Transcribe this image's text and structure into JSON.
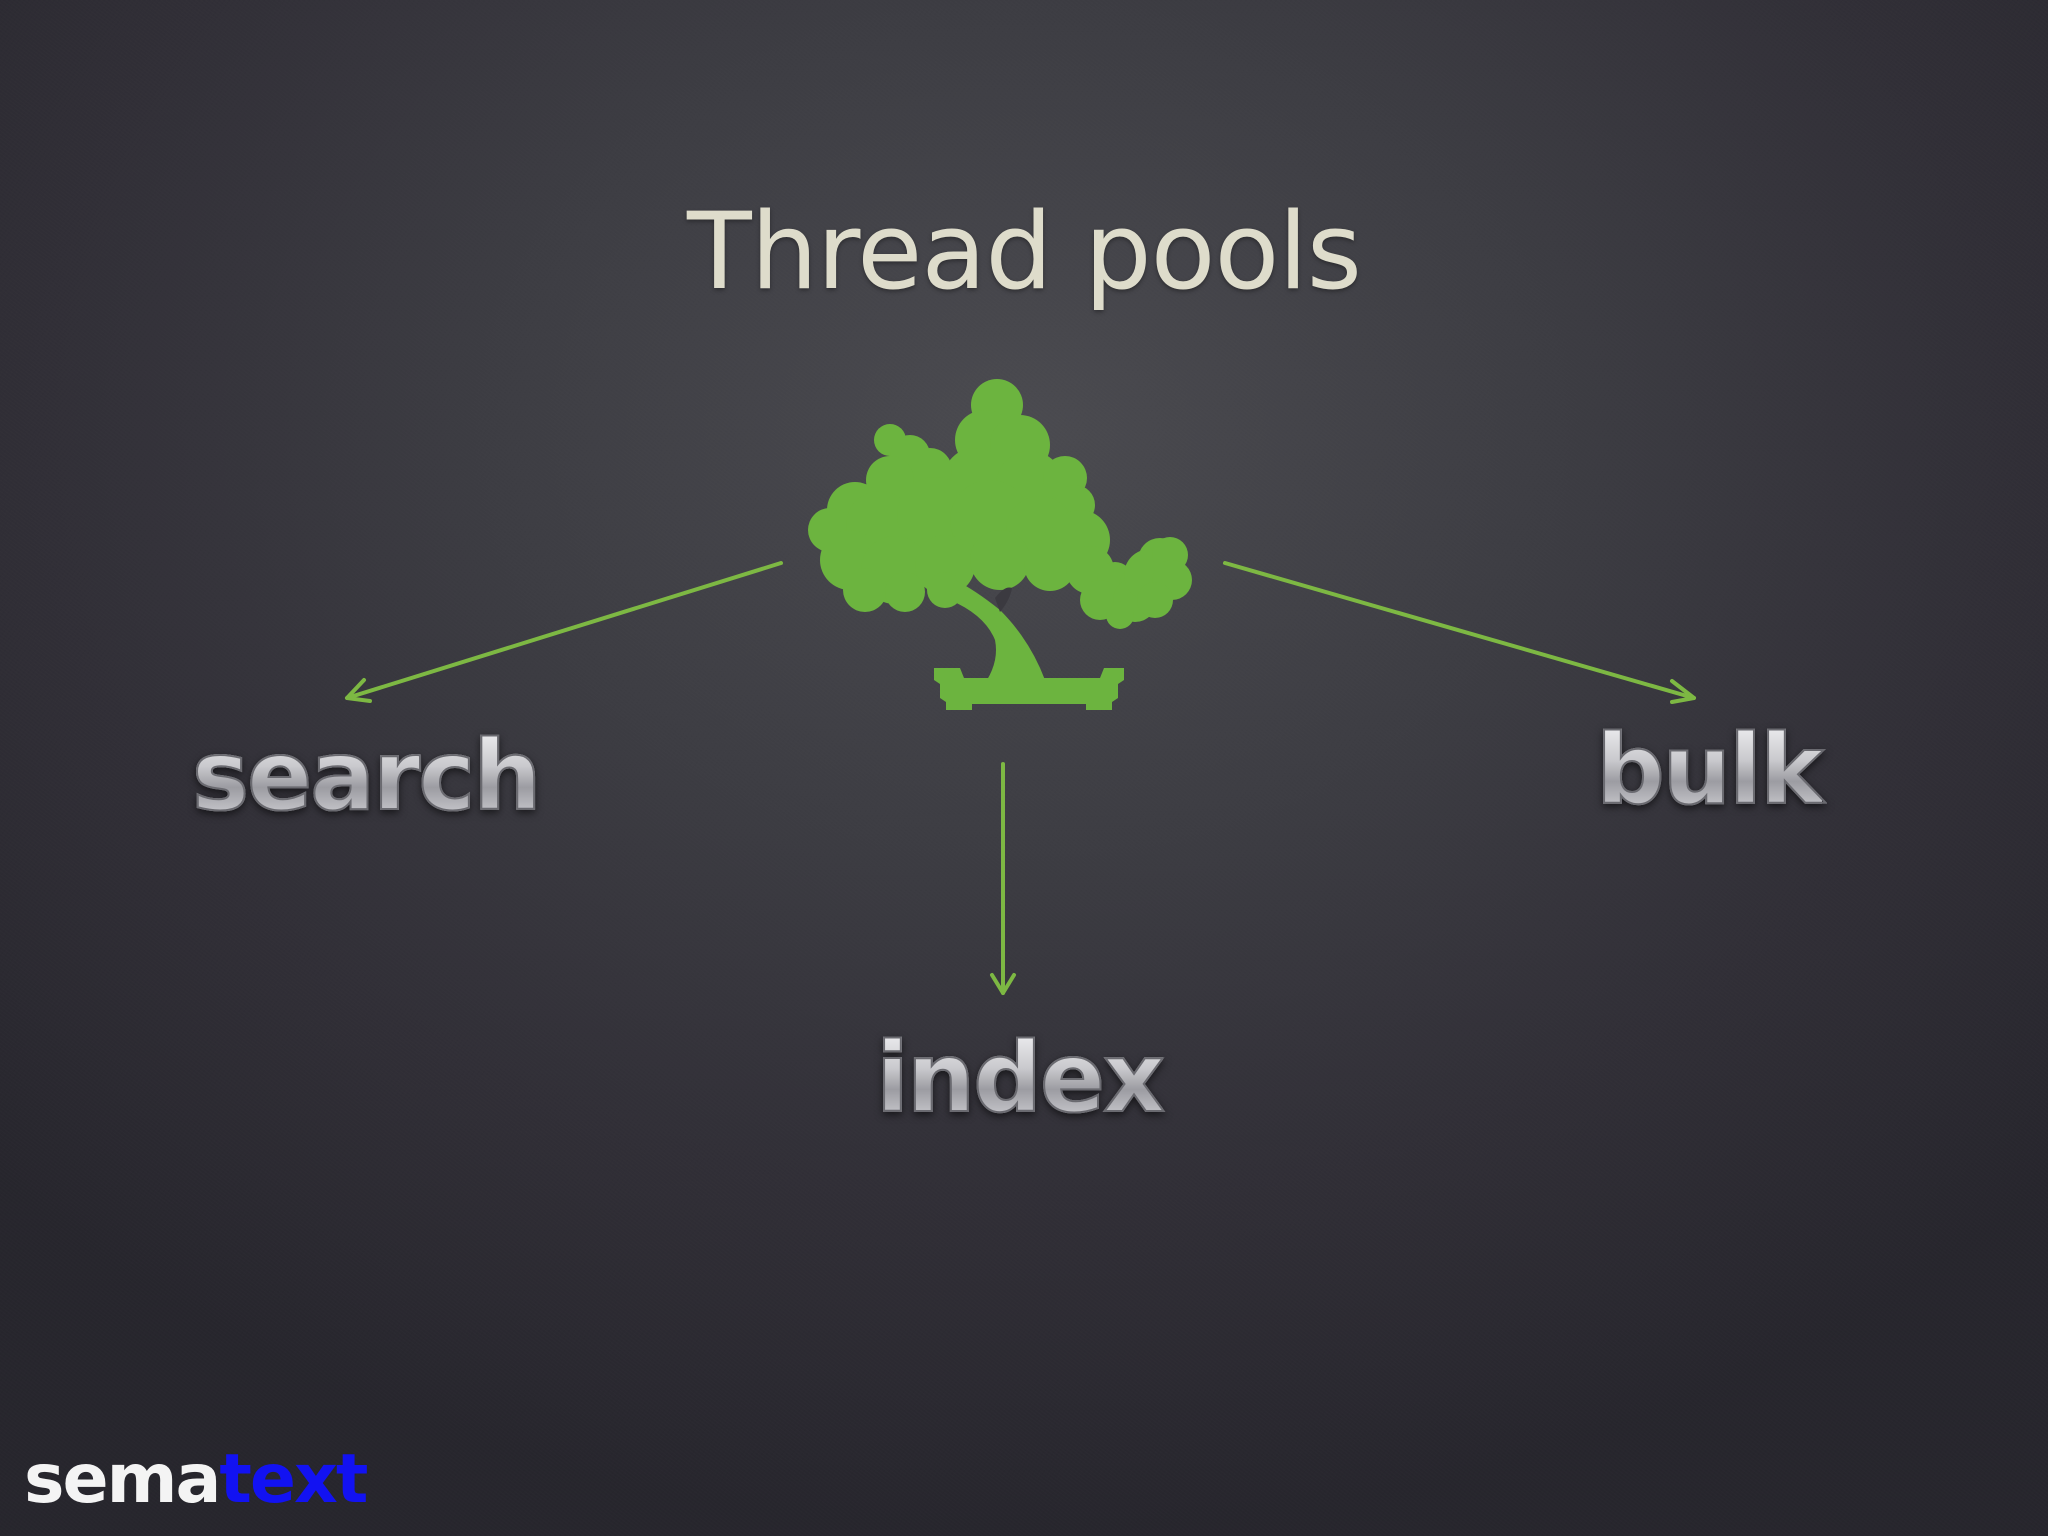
{
  "slide": {
    "title": "Thread pools",
    "central_icon": "bonsai-tree-icon",
    "colors": {
      "title": "#dedccb",
      "tree": "#6cb43f",
      "arrow": "#7db843",
      "label_fill": "#c9c9cd",
      "logo_primary": "#f4f4f4",
      "logo_accent": "#1212f2"
    }
  },
  "nodes": [
    {
      "id": "search",
      "label": "search",
      "direction": "left"
    },
    {
      "id": "index",
      "label": "index",
      "direction": "down"
    },
    {
      "id": "bulk",
      "label": "bulk",
      "direction": "right"
    }
  ],
  "edges": [
    {
      "from": "thread-pools",
      "to": "search"
    },
    {
      "from": "thread-pools",
      "to": "index"
    },
    {
      "from": "thread-pools",
      "to": "bulk"
    }
  ],
  "logo": {
    "part1": "sema",
    "part2": "text"
  }
}
